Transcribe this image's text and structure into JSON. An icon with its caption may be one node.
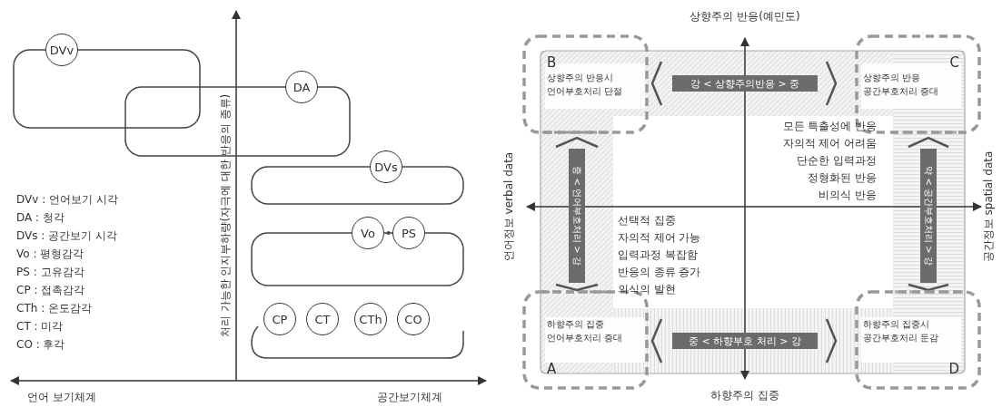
{
  "diagram": {
    "nodes": [
      {
        "text": [
          "DVv"
        ]
      },
      {
        "text": [
          "DA"
        ]
      },
      {
        "text": [
          "DVs"
        ]
      },
      {
        "text": [
          "Vo"
        ]
      },
      {
        "text": [
          "PS"
        ]
      },
      {
        "text": [
          "CP"
        ]
      },
      {
        "text": [
          "CT"
        ]
      },
      {
        "text": [
          "CTh"
        ]
      },
      {
        "text": [
          "CO"
        ]
      },
      {
        "text": [
          "B",
          "상향주의 반응시 언어부호처리 단절"
        ]
      },
      {
        "text": [
          "C",
          "상향주의 반응 공간부호처리 증대"
        ]
      },
      {
        "text": [
          "하향주의 집중 언어부호처리 증대",
          "A"
        ]
      },
      {
        "text": [
          "하향주의 집중시 공간부호처리 둔감",
          "D"
        ]
      },
      {
        "text": [
          "강 < 상향주의반응 > 중"
        ]
      },
      {
        "text": [
          "중 < 언어부호처리 > 강"
        ]
      },
      {
        "text": [
          "약 < 공간부호처리 > 강"
        ]
      },
      {
        "text": [
          "중 < 하향부호 처리 > 강"
        ]
      }
    ],
    "labels": [
      "DVv : 언어보기 시각",
      "DA : 청각",
      "DVs : 공간보기 시각",
      "Vo : 평형감각",
      "PS : 고유감각",
      "CP : 접촉감각",
      "CTh : 온도감각",
      "CT : 미각",
      "CO : 후각",
      "처리 가능한 인지부하량(자극에 대한 반응의 종류)",
      "언어 보기체계",
      "공간보기체계",
      "상향주의 반응(예민도)",
      "언어정보 verbal data",
      "공간정보 spatial data",
      "모든 특출성에 반응",
      "자의적 제어 어려움",
      "단순한 입력과정",
      "정형화된 반응",
      "비의식 반응",
      "선택적 집중",
      "자의적 제어 가능",
      "입력과정 복잡함",
      "반응의 종류 증가",
      "의식의 발현",
      "하향주의 집중"
    ]
  }
}
